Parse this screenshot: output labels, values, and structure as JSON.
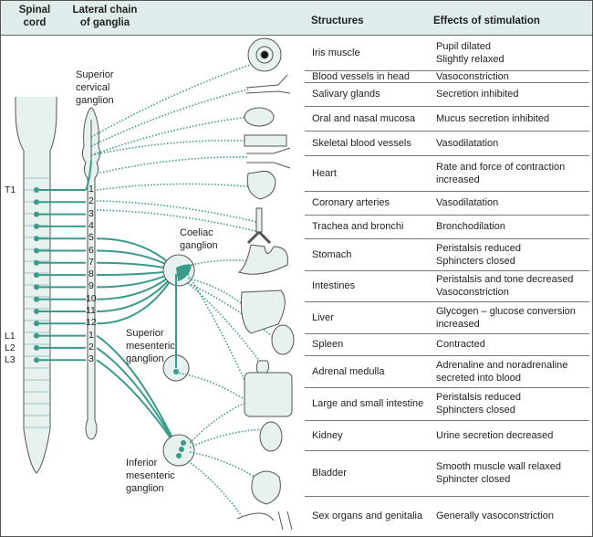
{
  "header": {
    "spinal_cord": "Spinal\ncord",
    "lateral_chain": "Lateral chain\nof ganglia",
    "structures": "Structures",
    "effects": "Effects of stimulation"
  },
  "labels": {
    "superior_cervical": "Superior\ncervical\nganglion",
    "coeliac": "Coeliac\nganglion",
    "superior_mesenteric": "Superior\nmesenteric\nganglion",
    "inferior_mesenteric": "Inferior\nmesenteric\nganglion"
  },
  "spinal_levels": [
    "T1",
    "L1",
    "L2",
    "L3"
  ],
  "chain_numbers": [
    "1",
    "2",
    "3",
    "4",
    "5",
    "6",
    "7",
    "8",
    "9",
    "10",
    "11",
    "12",
    "1",
    "2",
    "3"
  ],
  "colors": {
    "accent": "#3a9a8c",
    "fill": "#e6f1f0",
    "header_bg": "#dfeceb",
    "outline": "#555555"
  },
  "rows": [
    {
      "structure": "Iris muscle",
      "effect": "Pupil dilated\nSlightly relaxed"
    },
    {
      "structure": "Blood vessels in head",
      "effect": "Vasoconstriction"
    },
    {
      "structure": "Salivary glands",
      "effect": "Secretion inhibited"
    },
    {
      "structure": "Oral and nasal mucosa",
      "effect": "Mucus secretion inhibited"
    },
    {
      "structure": "Skeletal blood vessels",
      "effect": "Vasodilatation"
    },
    {
      "structure": "Heart",
      "effect": "Rate and force of contraction\nincreased"
    },
    {
      "structure": "Coronary arteries",
      "effect": "Vasodilatation"
    },
    {
      "structure": "Trachea and bronchi",
      "effect": "Bronchodilation"
    },
    {
      "structure": "Stomach",
      "effect": "Peristalsis reduced\nSphincters closed"
    },
    {
      "structure": "Intestines",
      "effect": "Peristalsis and tone decreased\nVasoconstriction"
    },
    {
      "structure": "Liver",
      "effect": "Glycogen – glucose conversion\nincreased"
    },
    {
      "structure": "Spleen",
      "effect": "Contracted"
    },
    {
      "structure": "Adrenal medulla",
      "effect": "Adrenaline and noradrenaline\nsecreted into blood"
    },
    {
      "structure": "Large and small intestine",
      "effect": "Peristalsis reduced\nSphincters closed"
    },
    {
      "structure": "Kidney",
      "effect": "Urine secretion decreased"
    },
    {
      "structure": "Bladder",
      "effect": "Smooth muscle wall relaxed\nSphincter closed"
    },
    {
      "structure": "Sex organs and genitalia",
      "effect": "Generally vasoconstriction"
    }
  ]
}
